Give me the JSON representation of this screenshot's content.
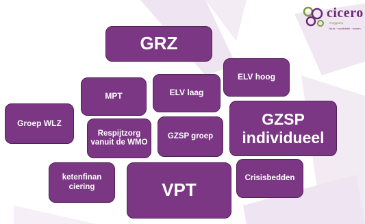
{
  "logo": {
    "name": "cicero",
    "sub": "zorggroep",
    "tagline": "thuis · revalidatie · wonen"
  },
  "boxes": {
    "grz": "GRZ",
    "mpt": "MPT",
    "elv_laag": "ELV laag",
    "elv_hoog": "ELV hoog",
    "groep_wlz": "Groep WLZ",
    "respijtzorg": "Respijtzorg vanuit de WMO",
    "gzsp_groep": "GZSP groep",
    "gzsp_individueel": "GZSP individueel",
    "ketenfinanciering": "ketenfinan ciering",
    "vpt": "VPT",
    "crisisbedden": "Crisisbedden"
  },
  "colors": {
    "box_fill": "#7b3784",
    "box_border": "#4e2155",
    "background_shapes": "#ece0ee",
    "logo_purple": "#6b2a74",
    "logo_green": "#7c9a3a"
  }
}
